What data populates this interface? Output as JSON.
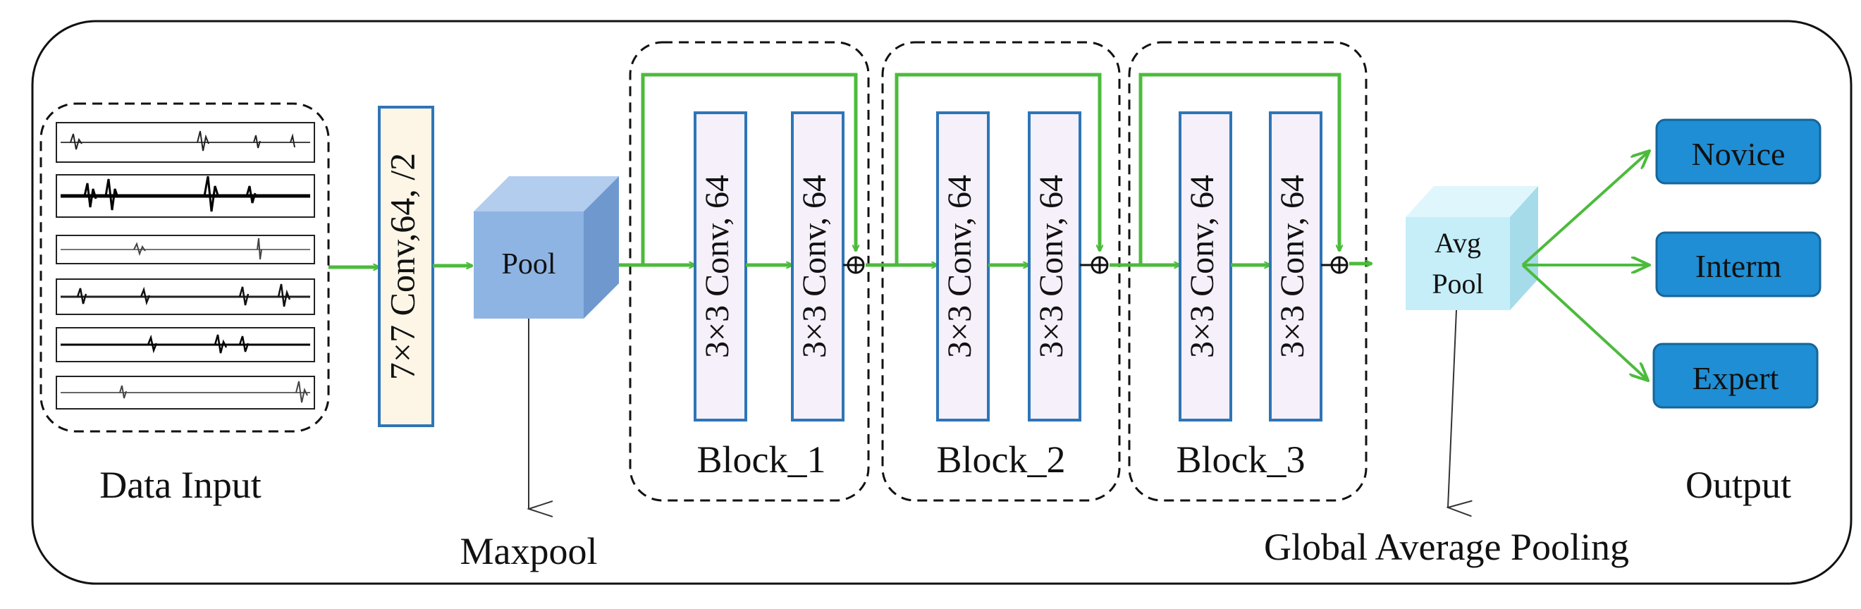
{
  "labels": {
    "data_input": "Data Input",
    "first_conv": "7×7 Conv,64, /2",
    "pool": "Pool",
    "maxpool": "Maxpool",
    "avg_pool_line1": "Avg",
    "avg_pool_line2": "Pool",
    "global_average_pooling": "Global Average Pooling",
    "output": "Output"
  },
  "blocks": [
    {
      "name": "Block_1",
      "conv_a": "3×3 Conv, 64",
      "conv_b": "3×3 Conv, 64"
    },
    {
      "name": "Block_2",
      "conv_a": "3×3 Conv, 64",
      "conv_b": "3×3 Conv, 64"
    },
    {
      "name": "Block_3",
      "conv_a": "3×3 Conv, 64",
      "conv_b": "3×3 Conv, 64"
    }
  ],
  "outputs": [
    "Novice",
    "Interm",
    "Expert"
  ],
  "colors": {
    "arrow_green": "#4cbb3c",
    "conv_first_fill": "#fdf6e7",
    "conv_fill": "#f5f0fa",
    "conv_border": "#2e75b6",
    "pool_front": "#8eb4e3",
    "pool_top": "#b3cdee",
    "pool_side": "#6f98cf",
    "avg_front": "#c5eef8",
    "avg_top": "#dff6fc",
    "avg_side": "#a6dbe9",
    "output_fill": "#1f8ed4",
    "output_border": "#16659a"
  }
}
